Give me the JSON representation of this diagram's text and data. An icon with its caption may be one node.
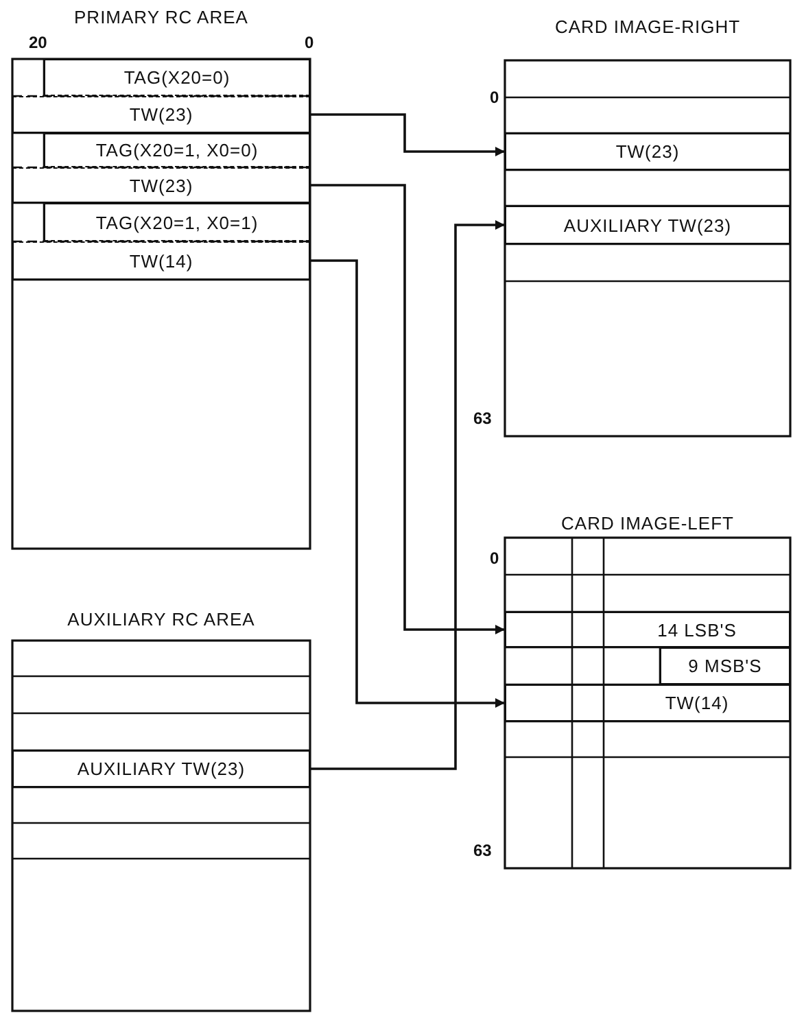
{
  "diagram": {
    "nodes": [
      {
        "text": [
          "PRIMARY RC AREA"
        ]
      },
      {
        "text": [
          "TAG(X20=0)"
        ],
        "in": 0
      },
      {
        "text": [
          "TW(23)"
        ],
        "in": 0
      },
      {
        "text": [
          "TAG(X20=1, X0=0)"
        ],
        "in": 0
      },
      {
        "text": [
          "TW(23)"
        ],
        "in": 0
      },
      {
        "text": [
          "TAG(X20=1, X0=1)"
        ],
        "in": 0
      },
      {
        "text": [
          "TW(14)"
        ],
        "in": 0
      },
      {
        "text": [
          "CARD IMAGE-RIGHT"
        ]
      },
      {
        "text": [
          "TW(23)"
        ],
        "in": 7
      },
      {
        "text": [
          "AUXILIARY TW(23)"
        ],
        "in": 7
      },
      {
        "text": [
          "CARD IMAGE-LEFT"
        ]
      },
      {
        "text": [
          "14 LSB'S"
        ],
        "in": 10
      },
      {
        "text": [
          "9 MSB'S"
        ],
        "in": 10
      },
      {
        "text": [
          "TW(14)"
        ],
        "in": 10
      },
      {
        "text": [
          "AUXILIARY RC AREA"
        ]
      },
      {
        "text": [
          "AUXILIARY TW(23)"
        ],
        "in": 14
      }
    ],
    "edges": [
      {
        "from": 2,
        "to": 8,
        "arrow": "to"
      },
      {
        "from": 4,
        "to": 11,
        "arrow": "to"
      },
      {
        "from": 6,
        "to": 13,
        "arrow": "to"
      },
      {
        "from": 15,
        "to": 9,
        "arrow": "to"
      }
    ],
    "labels": [
      "20",
      "0",
      "0",
      "63",
      "0",
      "63"
    ]
  }
}
